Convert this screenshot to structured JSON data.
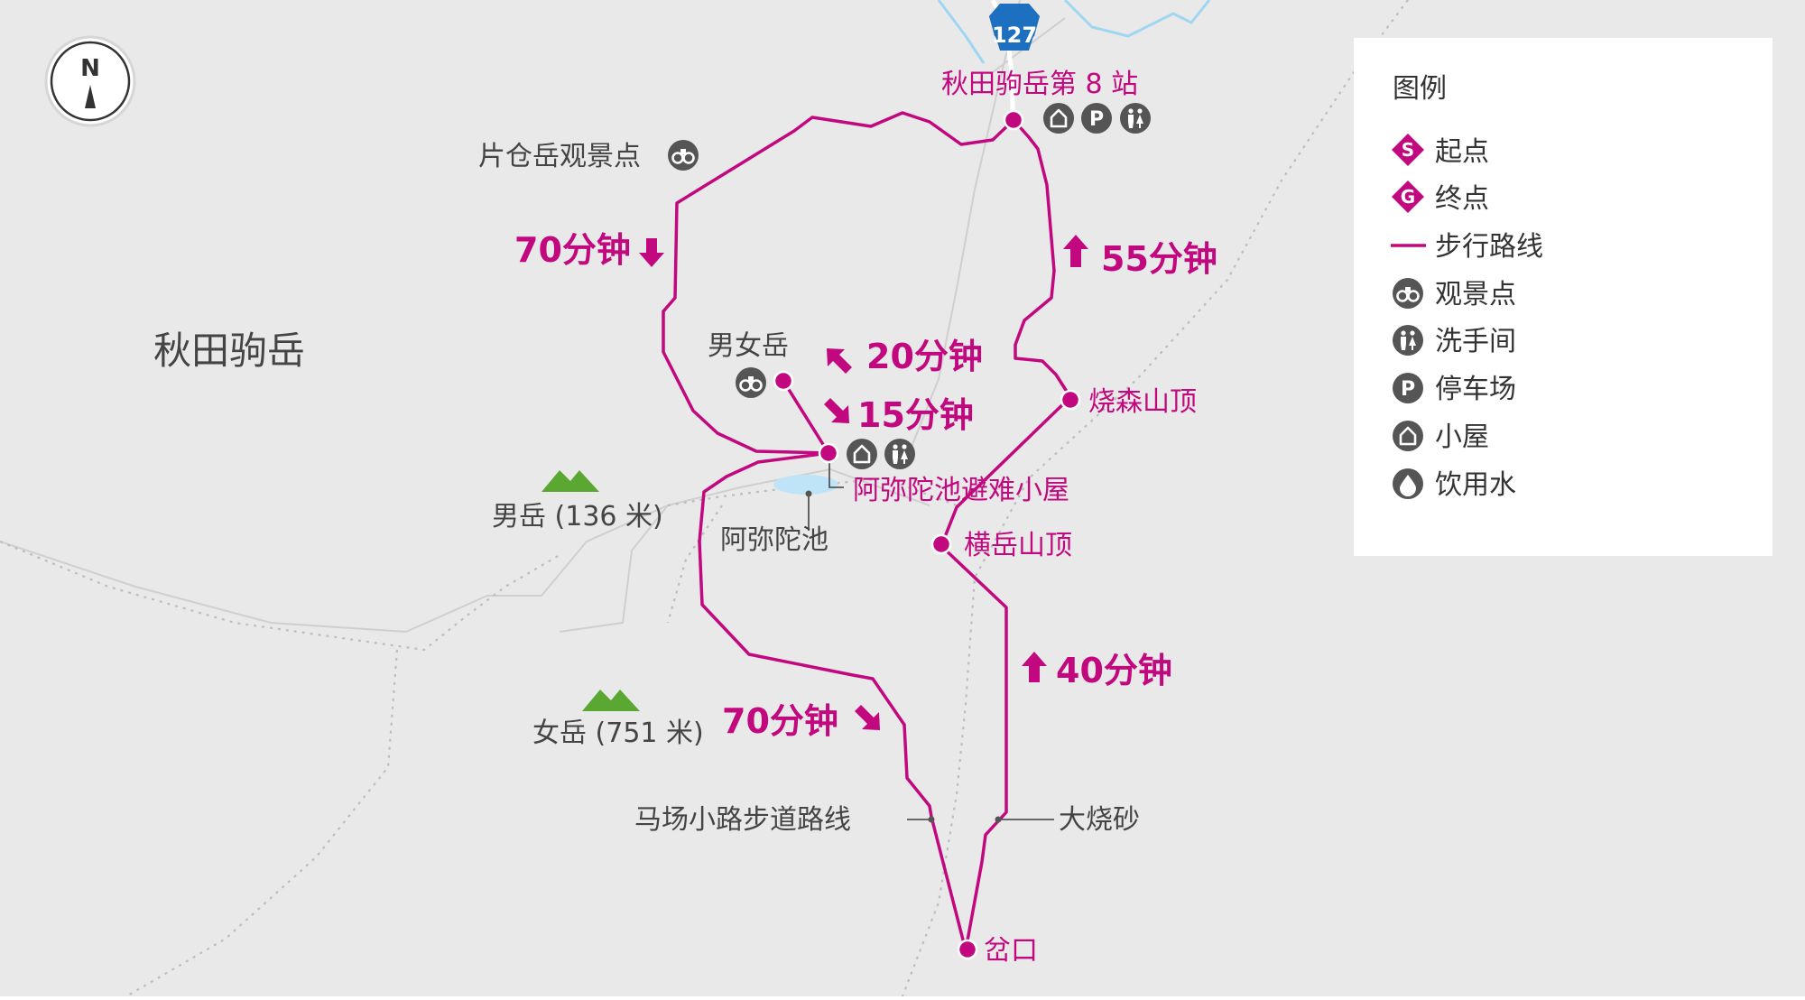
{
  "map": {
    "region_name": "秋田驹岳",
    "compass": "N",
    "road_number": "127",
    "colors": {
      "background": "#e9e9e9",
      "route": "#c2087e",
      "water": "#bfe4f7",
      "river": "#9fd6f2",
      "mountain": "#5aa832",
      "icon": "#555555",
      "road_badge": "#1d6fbf"
    }
  },
  "places": {
    "station8": "秋田驹岳第 8 站",
    "katakura": "片仓岳观景点",
    "odake_peak": "男女岳",
    "yakemori": "烧森山顶",
    "hut": "阿弥陀池避难小屋",
    "pond": "阿弥陀池",
    "yokodake": "横岳山顶",
    "odake": "男岳 (136 米)",
    "medake": "女岳 (751 米)",
    "bashou": "马场小路步道路线",
    "oyakezuna": "大烧砂",
    "mataguchi": "岔口"
  },
  "times": {
    "t70_down": "70分钟",
    "t55_up": "55分钟",
    "t20": "20分钟",
    "t15": "15分钟",
    "t40_up": "40分钟",
    "t70_se": "70分钟"
  },
  "legend": {
    "title": "图例",
    "items": [
      {
        "icon": "start-marker-icon",
        "label": "起点"
      },
      {
        "icon": "goal-marker-icon",
        "label": "终点"
      },
      {
        "icon": "route-line-icon",
        "label": "步行路线"
      },
      {
        "icon": "binoculars-icon",
        "label": "观景点"
      },
      {
        "icon": "restroom-icon",
        "label": "洗手间"
      },
      {
        "icon": "parking-icon",
        "label": "停车场"
      },
      {
        "icon": "hut-icon",
        "label": "小屋"
      },
      {
        "icon": "drinking-water-icon",
        "label": "饮用水"
      }
    ],
    "start_glyph": "S",
    "goal_glyph": "G",
    "parking_glyph": "P"
  }
}
